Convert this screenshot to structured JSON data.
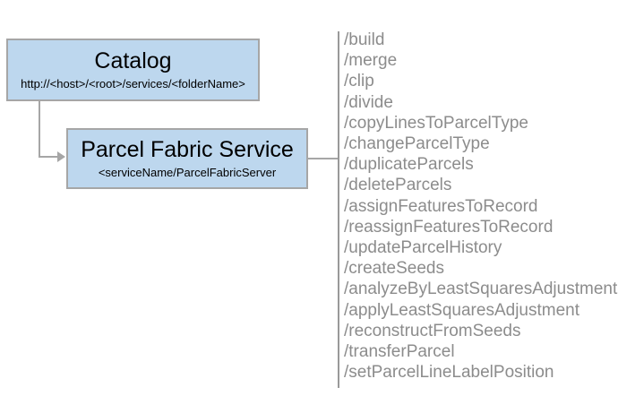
{
  "diagram": {
    "catalog": {
      "title": "Catalog",
      "subtitle": "http://<host>/<root>/services/<folderName>"
    },
    "service": {
      "title": "Parcel Fabric Service",
      "subtitle": "<serviceName/ParcelFabricServer"
    },
    "endpoints": [
      "/build",
      "/merge",
      "/clip",
      "/divide",
      "/copyLinesToParcelType",
      "/changeParcelType",
      "/duplicateParcels",
      "/deleteParcels",
      "/assignFeaturesToRecord",
      "/reassignFeaturesToRecord",
      "/updateParcelHistory",
      "/createSeeds",
      "/analyzeByLeastSquaresAdjustment",
      "/applyLeastSquaresAdjustment",
      "/reconstructFromSeeds",
      "/transferParcel",
      "/setParcelLineLabelPosition"
    ],
    "colors": {
      "box_fill": "#BDD7EE",
      "box_border": "#A6A6A6",
      "connector": "#A6A6A6",
      "endpoint_text": "#8C8C8C",
      "list_line": "#999999",
      "title_text": "#000000"
    }
  }
}
